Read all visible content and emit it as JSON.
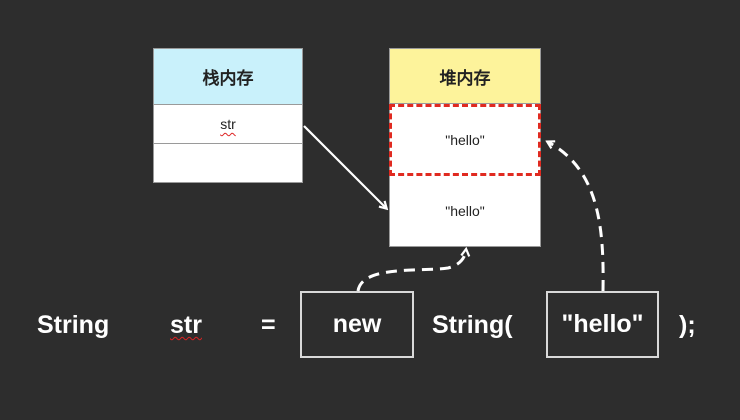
{
  "stack": {
    "header": "栈内存",
    "cell_str": "str"
  },
  "heap": {
    "header": "堆内存",
    "pool_cell": "\"hello\"",
    "object_cell": "\"hello\""
  },
  "code": {
    "keyword_string": "String",
    "variable": "str",
    "equals": "=",
    "new_keyword": "new",
    "constructor": "String(",
    "argument": "\"hello\"",
    "closing": ");"
  },
  "colors": {
    "background": "#2d2d2d",
    "stack_header": "#c9f1fb",
    "heap_header": "#fdf39b",
    "pool_border": "#e02a20",
    "arrow": "#ffffff"
  }
}
